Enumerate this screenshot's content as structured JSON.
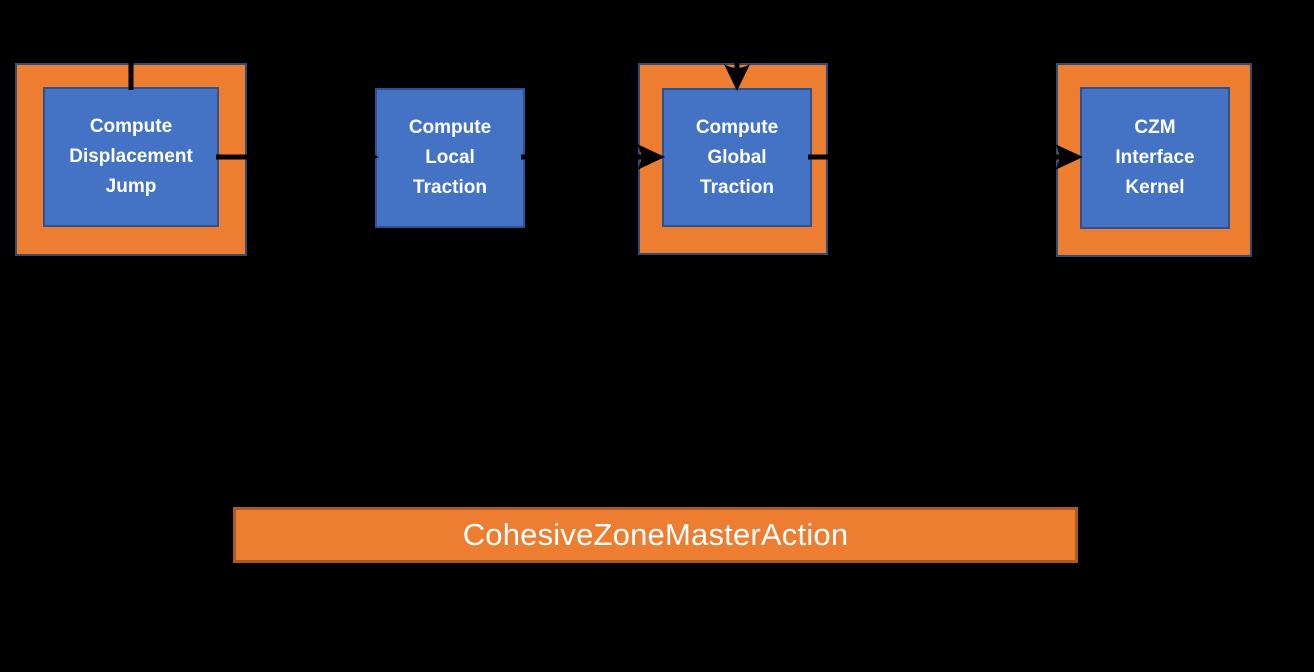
{
  "nodes": [
    {
      "name": "compute-displacement-jump",
      "lines": [
        "Compute",
        "Displacement",
        "Jump"
      ],
      "has_action_wrapper": true
    },
    {
      "name": "compute-local-traction",
      "lines": [
        "Compute",
        "Local",
        "Traction"
      ],
      "has_action_wrapper": false
    },
    {
      "name": "compute-global-traction",
      "lines": [
        "Compute",
        "Global",
        "Traction"
      ],
      "has_action_wrapper": true
    },
    {
      "name": "czm-interface-kernel",
      "lines": [
        "CZM",
        "Interface",
        "Kernel"
      ],
      "has_action_wrapper": true
    }
  ],
  "action_bar": {
    "label": "CohesiveZoneMasterAction"
  },
  "connections": [
    {
      "from": "top-input",
      "to": "compute-displacement-jump",
      "style": "plain-line-into-top"
    },
    {
      "from": "compute-displacement-jump",
      "to": "compute-local-traction",
      "style": "arrow"
    },
    {
      "from": "compute-local-traction",
      "to": "compute-global-traction",
      "style": "arrow"
    },
    {
      "from": "top-input",
      "to": "compute-global-traction",
      "style": "arrow-into-top"
    },
    {
      "from": "compute-global-traction",
      "to": "czm-interface-kernel",
      "style": "arrow"
    }
  ],
  "colors": {
    "background": "#000000",
    "wrapper_fill": "#ED7D31",
    "wrapper_border": "#2E4C7A",
    "node_fill": "#4472C4",
    "node_border": "#2F528F",
    "bar_fill": "#ED7D31",
    "bar_border": "#AC5A21",
    "arrow": "#000000",
    "label_text": "#FFFFFF"
  }
}
